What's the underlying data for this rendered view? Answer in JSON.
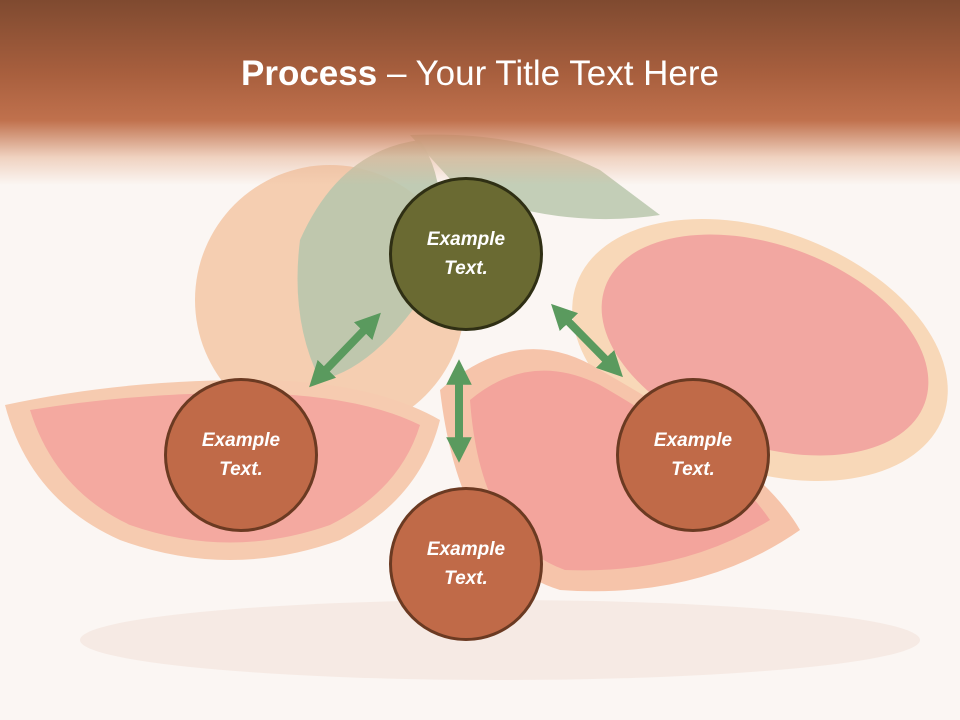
{
  "slide": {
    "title_bold": "Process",
    "title_rest": " – Your Title Text Here"
  },
  "nodes": {
    "top": "Example Text.",
    "left": "Example Text.",
    "bottom": "Example Text.",
    "right": "Example Text."
  },
  "colors": {
    "header": "#a85f3e",
    "top_node": "#6a6a32",
    "other_nodes": "#c06a48",
    "arrows": "#5a9a5e"
  },
  "icons": {
    "connectors": "double-headed-arrow"
  }
}
